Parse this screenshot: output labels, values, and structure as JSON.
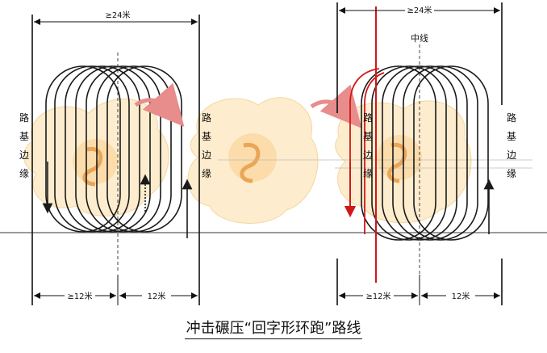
{
  "diagram": {
    "labels": {
      "width_total": "≥24米",
      "width_left": "≥12米",
      "width_right": "12米",
      "centerline": "中线",
      "subgrade_edge_chars": [
        "路",
        "基",
        "边",
        "缘"
      ]
    },
    "colors": {
      "loop_stroke": "#1a1a1a",
      "first_pass": "#d01818",
      "transition_arrow": "#e88c8c",
      "ground_line": "#9a9a9a",
      "watermark_fill": "#fdebc6",
      "watermark_mark": "#e8963a"
    },
    "caption": "冲击碾压“回字形环跑”路线"
  }
}
